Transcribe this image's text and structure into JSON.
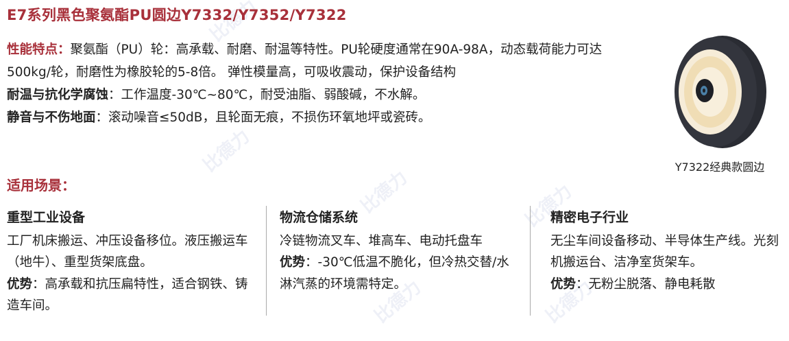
{
  "title": "E7系列黑色聚氨酯PU圆边Y7332/Y7352/Y7322",
  "features": {
    "performance_label": "性能特点：",
    "performance_text": "聚氨酯（PU）轮：高承载、耐磨、耐温等特性。PU轮硬度通常在90A-98A，动态载荷能力可达500kg/轮，耐磨性为橡胶轮的5-8倍。 弹性模量高，可吸收震动，保护设备结构",
    "temp_label": "耐温与抗化学腐蚀",
    "temp_text": "：工作温度-30℃~80℃，耐受油脂、弱酸碱，不水解。",
    "quiet_label": "静音与不伤地面",
    "quiet_text": "：滚动噪音≤50dB，且轮面无痕，不损伤环氧地坪或瓷砖。"
  },
  "image_caption": "Y7322经典款圆边",
  "scenes_label": "适用场景：",
  "scenes": [
    {
      "heading": "重型工业设备",
      "text": "工厂机床搬运、冲压设备移位。液压搬运车（地牛）、重型货架底盘。",
      "adv_label": "优势",
      "adv_text": "：高承载和抗压扁特性，适合钢铁、铸造车间。"
    },
    {
      "heading": "物流仓储系统",
      "text": "冷链物流叉车、堆高车、电动托盘车",
      "adv_label": "优势",
      "adv_text": "：-30℃低温不脆化，但冷热交替/水淋汽蒸的环境需特定。"
    },
    {
      "heading": "精密电子行业",
      "text": "无尘车间设备移动、半导体生产线。光刻机搬运台、洁净室货架车。",
      "adv_label": "优势",
      "adv_text": "：无粉尘脱落、静电耗散"
    }
  ],
  "watermark": "比德力",
  "colors": {
    "accent": "#a8303a"
  }
}
